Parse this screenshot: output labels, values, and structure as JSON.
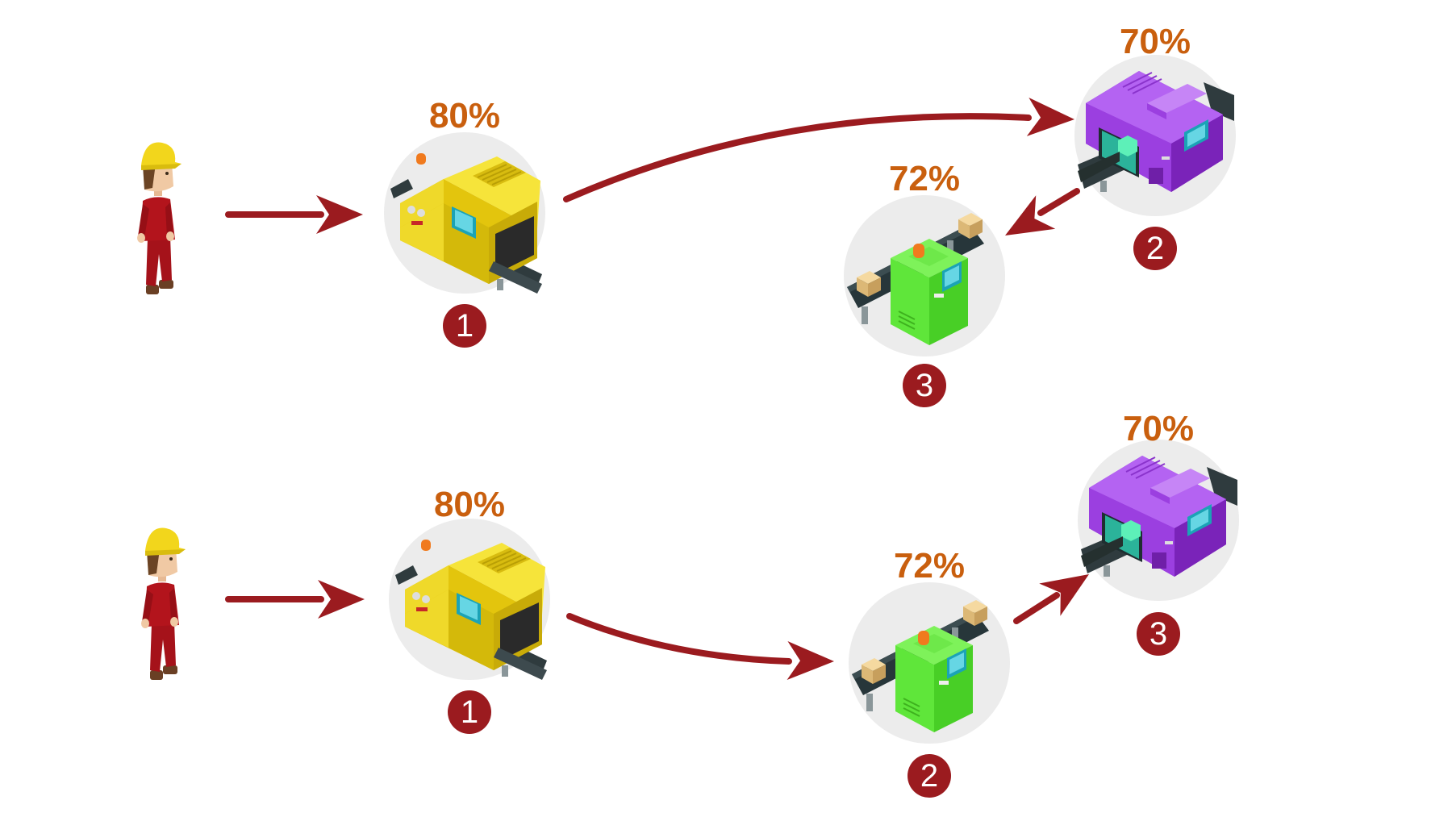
{
  "colors": {
    "arrow": "#9b1b1f",
    "percent": "#c95f0e",
    "badge": "#9b1b1f",
    "circle_bg": "#ececec",
    "machine_yellow": "#efd92a",
    "machine_purple": "#9b3fe0",
    "machine_green": "#5fe63a",
    "worker_suit": "#b3141c",
    "helmet": "#f2d61c"
  },
  "icons": [
    "worker-icon",
    "yellow-machine-icon",
    "purple-machine-icon",
    "green-machine-icon",
    "arrow-icon"
  ],
  "top_sequence": {
    "steps": [
      {
        "machine": "yellow",
        "percent": "80%",
        "order": "1"
      },
      {
        "machine": "purple",
        "percent": "70%",
        "order": "2"
      },
      {
        "machine": "green",
        "percent": "72%",
        "order": "3"
      }
    ]
  },
  "bottom_sequence": {
    "steps": [
      {
        "machine": "yellow",
        "percent": "80%",
        "order": "1"
      },
      {
        "machine": "green",
        "percent": "72%",
        "order": "2"
      },
      {
        "machine": "purple",
        "percent": "70%",
        "order": "3"
      }
    ]
  }
}
